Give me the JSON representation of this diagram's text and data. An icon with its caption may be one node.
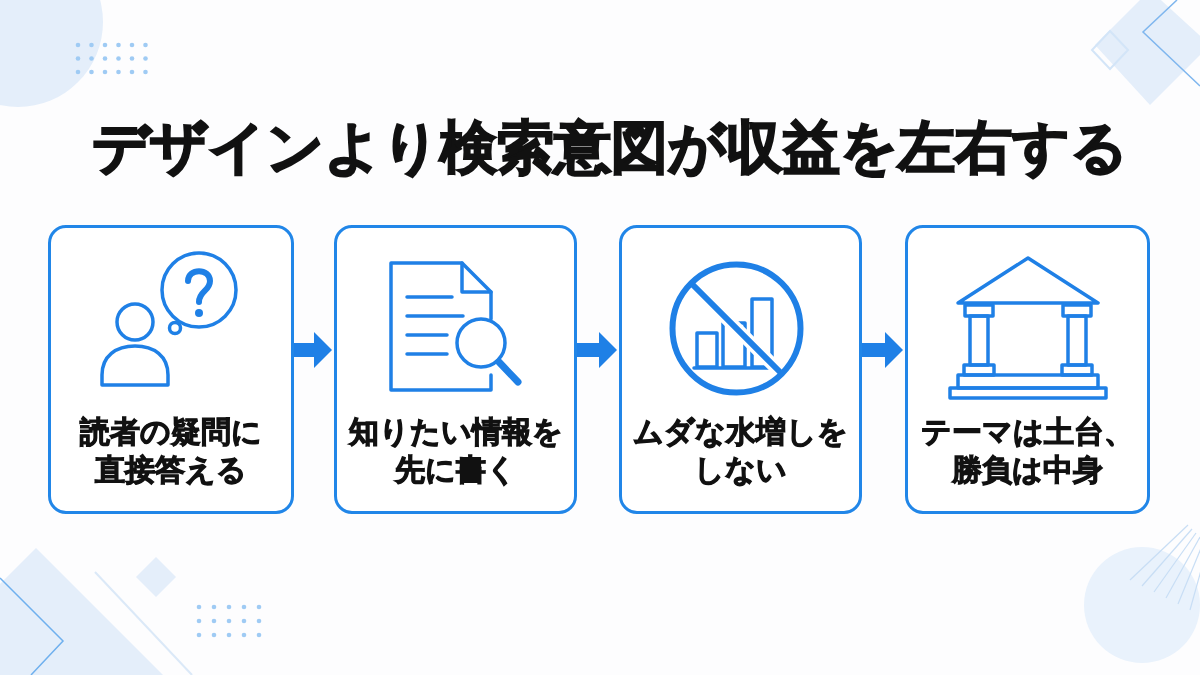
{
  "diagram": {
    "title": "デザインより検索意図が収益を左右する",
    "nodes": [
      {
        "text": [
          "読者の疑問に直接答える"
        ]
      },
      {
        "text": [
          "知りたい情報を先に書く"
        ]
      },
      {
        "text": [
          "ムダな水増しをしない"
        ]
      },
      {
        "text": [
          "テーマは土台、勝負は中身"
        ]
      }
    ],
    "edges": [
      {
        "from": 0,
        "to": 1,
        "arrow": "to"
      },
      {
        "from": 1,
        "to": 2,
        "arrow": "to"
      },
      {
        "from": 2,
        "to": 3,
        "arrow": "to"
      }
    ]
  }
}
